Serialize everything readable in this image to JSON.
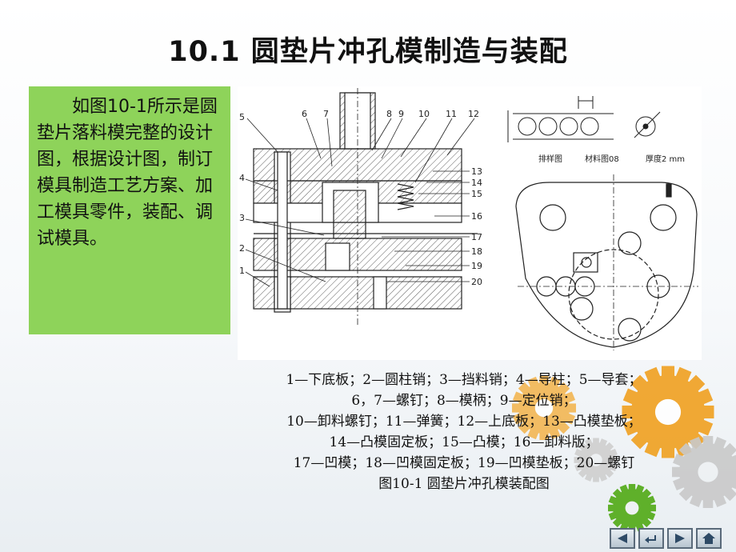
{
  "title": "10.1  圆垫片冲孔模制造与装配",
  "intro_text": "如图10-1所示是圆垫片落料模完整的设计图，根据设计图，制订模具制造工艺方案、加工模具零件，装配、调试模具。",
  "figure": {
    "callouts_left": [
      "5",
      "4",
      "3",
      "2",
      "1"
    ],
    "callouts_top": [
      "6",
      "7",
      "8",
      "9",
      "10",
      "11",
      "12"
    ],
    "callouts_right": [
      "13",
      "14",
      "15",
      "16",
      "17",
      "18",
      "19",
      "20"
    ],
    "strip_label": "排样图",
    "material_label": "材料图08",
    "thickness_label": "厚度2 mm"
  },
  "caption": {
    "lines": [
      "1—下底板；2—圆柱销；3—挡料销；4—导柱；5—导套；",
      "6，7—螺钉；8—模柄；9—定位销；",
      "10—卸料螺钉；11—弹簧；12—上底板；13—凸模垫板；",
      "14—凸模固定板；15—凸模；16—卸料版；",
      "17—凹模；18—凹模固定板；19—凹模垫板；20—螺钉"
    ],
    "figure_title": "图10-1  圆垫片冲孔模装配图"
  },
  "nav": {
    "prev_icon": "triangle-left-icon",
    "back_icon": "return-icon",
    "next_icon": "triangle-right-icon",
    "home_icon": "home-icon"
  },
  "colors": {
    "intro_bg": "#8ed35a",
    "gear_orange": "#f0a020",
    "gear_gray": "#c8c8c8",
    "gear_green": "#5fb02a"
  }
}
